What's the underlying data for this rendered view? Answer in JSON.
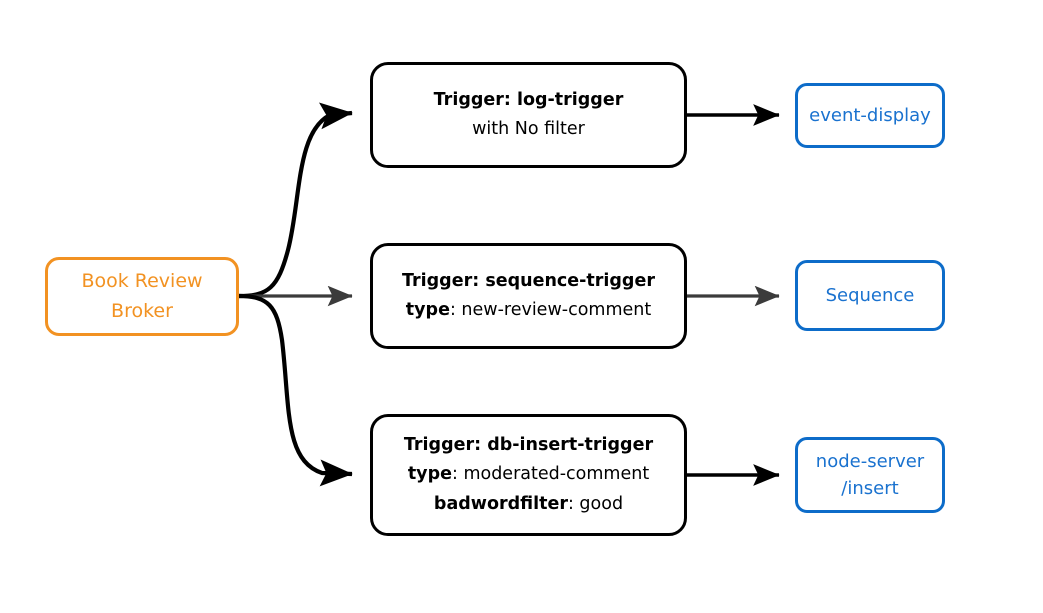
{
  "diagram": {
    "type": "event-broker-trigger-flow",
    "source": {
      "id": "broker",
      "label_line1": "Book Review",
      "label_line2": "Broker",
      "color": "#f29222"
    },
    "triggers": [
      {
        "id": "log-trigger",
        "title_prefix": "Trigger: ",
        "title_name": "log-trigger",
        "detail_key": "",
        "detail_text": "with No filter",
        "extra_key": "",
        "extra_text": "",
        "color": "#000000"
      },
      {
        "id": "sequence-trigger",
        "title_prefix": "Trigger: ",
        "title_name": "sequence-trigger",
        "detail_key": "type",
        "detail_text": ": new-review-comment",
        "extra_key": "",
        "extra_text": "",
        "color": "#000000"
      },
      {
        "id": "db-insert-trigger",
        "title_prefix": "Trigger: ",
        "title_name": "db-insert-trigger",
        "detail_key": "type",
        "detail_text": ": moderated-comment",
        "extra_key": "badwordfilter",
        "extra_text": ": good",
        "color": "#000000"
      }
    ],
    "targets": [
      {
        "id": "event-display",
        "label_line1": "event-display",
        "label_line2": "",
        "color": "#0d6cc9"
      },
      {
        "id": "sequence",
        "label_line1": "Sequence",
        "label_line2": "",
        "color": "#0d6cc9"
      },
      {
        "id": "node-server-insert",
        "label_line1": "node-server",
        "label_line2": "/insert",
        "color": "#0d6cc9"
      }
    ],
    "edges": [
      {
        "from": "broker",
        "to": "log-trigger",
        "style": "curved",
        "color": "#000000"
      },
      {
        "from": "broker",
        "to": "sequence-trigger",
        "style": "straight",
        "color": "#3b3b3b"
      },
      {
        "from": "broker",
        "to": "db-insert-trigger",
        "style": "curved",
        "color": "#000000"
      },
      {
        "from": "log-trigger",
        "to": "event-display",
        "style": "straight",
        "color": "#000000"
      },
      {
        "from": "sequence-trigger",
        "to": "sequence",
        "style": "straight",
        "color": "#3b3b3b"
      },
      {
        "from": "db-insert-trigger",
        "to": "node-server-insert",
        "style": "straight",
        "color": "#000000"
      }
    ]
  }
}
